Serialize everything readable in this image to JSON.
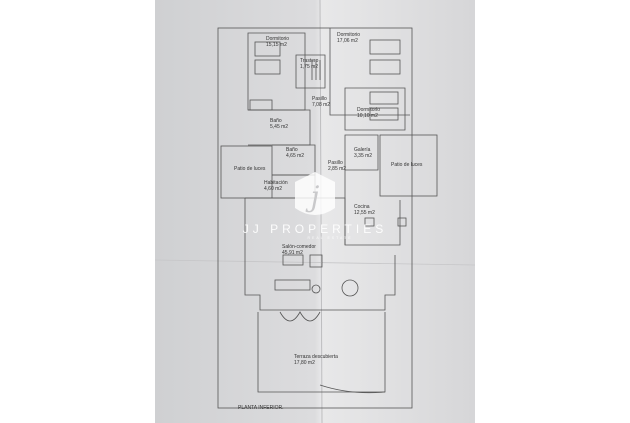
{
  "plan": {
    "rooms": [
      {
        "name": "Dormitorio",
        "area": "15,15 m2"
      },
      {
        "name": "Dormitorio",
        "area": "17,06 m2"
      },
      {
        "name": "Trastero",
        "area": "1,75 m2"
      },
      {
        "name": "Pasillo",
        "area": "7,08 m2"
      },
      {
        "name": "Dormitorio",
        "area": "10,10 m2"
      },
      {
        "name": "Baño",
        "area": "5,45 m2"
      },
      {
        "name": "Baño",
        "area": "4,65 m2"
      },
      {
        "name": "Galería",
        "area": "3,35 m2"
      },
      {
        "name": "Patio de luces",
        "area": ""
      },
      {
        "name": "Patio de luces",
        "area": ""
      },
      {
        "name": "Pasillo",
        "area": "2,85 m2"
      },
      {
        "name": "Habitación",
        "area": "4,60 m2"
      },
      {
        "name": "Cocina",
        "area": "12,55 m2"
      },
      {
        "name": "Salón-comedor",
        "area": "45,91 m2"
      },
      {
        "name": "Terraza descubierta",
        "area": "17,80 m2"
      }
    ],
    "floor_label": "PLANTA INFERIOR."
  },
  "watermark": {
    "brand": "JJ PROPERTIES",
    "tagline": "REAL ESTATE",
    "logo_letter": "j"
  },
  "colors": {
    "paper": "#d9d9da",
    "line": "#555555",
    "background": "#ffffff"
  }
}
